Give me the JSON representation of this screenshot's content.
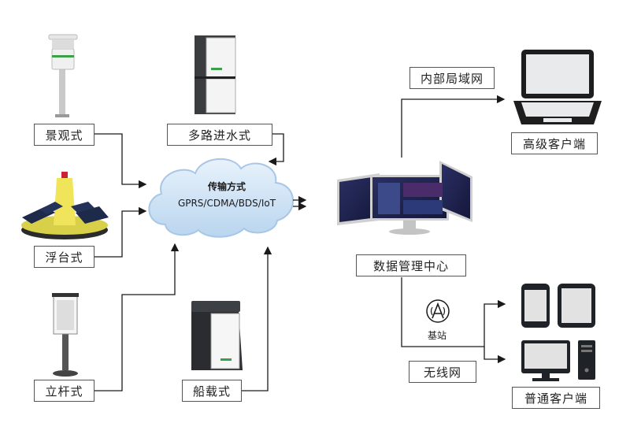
{
  "sources": {
    "weather_station": "景观式",
    "multi_inlet": "多路进水式",
    "buoy": "浮台式",
    "pole": "立杆式",
    "ship": "船载式"
  },
  "cloud": {
    "title": "传输方式",
    "protocols": "GPRS/CDMA/BDS/IoT"
  },
  "center": {
    "label": "数据管理中心"
  },
  "targets": {
    "lan": "内部局域网",
    "advanced_client": "高级客户端",
    "base_station": "基站",
    "wireless": "无线网",
    "normal_client": "普通客户端"
  },
  "colors": {
    "line": "#1a1a1a",
    "cloud": "#cfe3f5",
    "device_dark": "#1f2226"
  }
}
